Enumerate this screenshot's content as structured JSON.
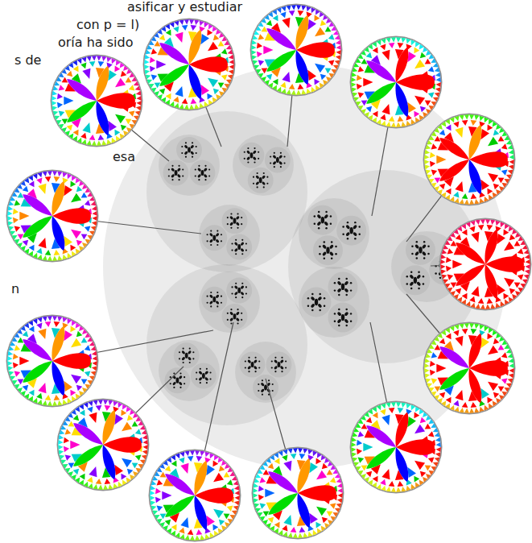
{
  "diagram": {
    "labels": [
      "asificar y estudiar",
      "con p = l)",
      "oría ha sido",
      "s de",
      "esa",
      "n"
    ]
  }
}
